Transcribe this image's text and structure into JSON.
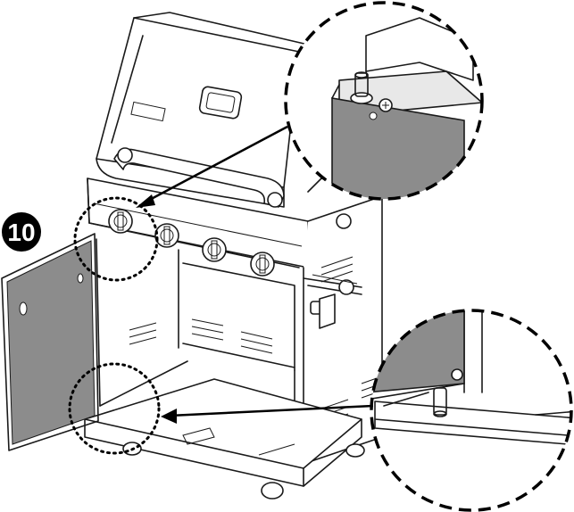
{
  "step": {
    "number": "10"
  },
  "icons": {
    "grill": "gas-grill-illustration",
    "door": "cabinet-door",
    "detail_top": "door-pin-detail-top",
    "detail_bottom": "door-pin-detail-bottom"
  },
  "colors": {
    "badge": "#000000",
    "door_panel": "#8c8c8c",
    "line": "#1a1a1a"
  }
}
